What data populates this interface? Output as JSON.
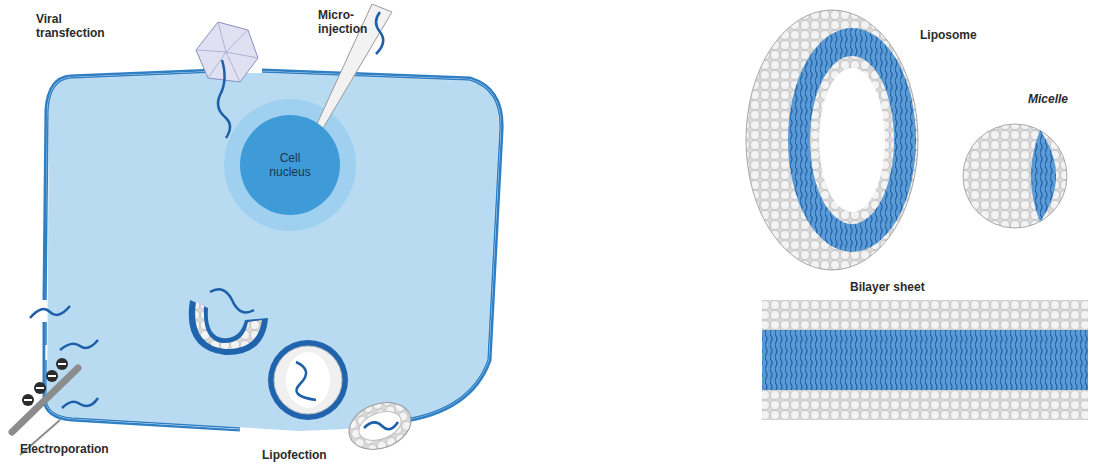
{
  "diagram": {
    "nodes": [
      {
        "text": [
          "Cell nucleus"
        ]
      }
    ],
    "labels": [
      "Viral transfection",
      "Micro-injection",
      "Electroporation",
      "Lipofection",
      "Liposome",
      "Micelle",
      "Bilayer sheet"
    ]
  }
}
